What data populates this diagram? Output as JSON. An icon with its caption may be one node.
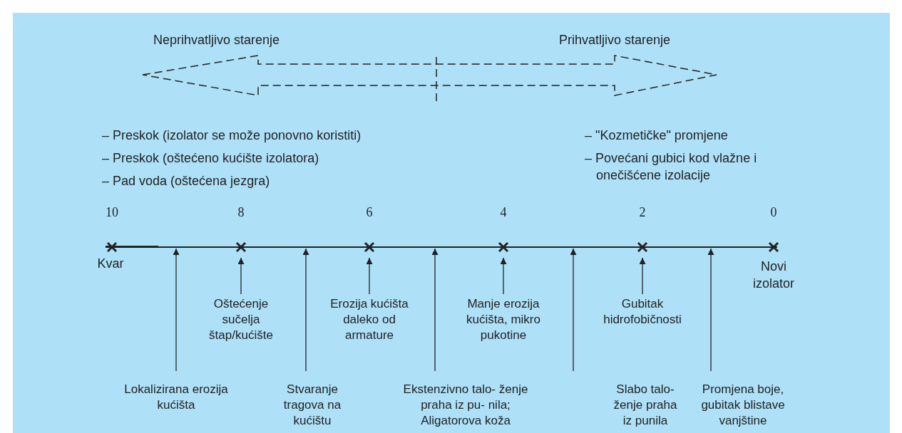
{
  "diagram": {
    "nodes": [
      {
        "text": [
          "Oštećenje sučelja štap/kućište"
        ]
      },
      {
        "text": [
          "Erozija kućišta daleko od armature"
        ]
      },
      {
        "text": [
          "Manje erozija kućišta, mikro pukotine"
        ]
      },
      {
        "text": [
          "Gubitak hidrofobičnosti"
        ]
      },
      {
        "text": [
          "Lokalizirana erozija kućišta"
        ]
      },
      {
        "text": [
          "Stvaranje tragova na kućištu"
        ]
      },
      {
        "text": [
          "Ekstenzivno talo- ženje praha iz pu- nila; Aligatorova koža"
        ]
      },
      {
        "text": [
          "Slabo talo- ženje praha iz punila"
        ]
      },
      {
        "text": [
          "Promjena boje, gubitak blistave vanjštine"
        ]
      }
    ],
    "edges": [
      {
        "from": 0,
        "to": null,
        "arrow": "to"
      },
      {
        "from": 1,
        "to": null,
        "arrow": "to"
      },
      {
        "from": 2,
        "to": null,
        "arrow": "to"
      },
      {
        "from": 3,
        "to": null,
        "arrow": "to"
      },
      {
        "from": 4,
        "to": null,
        "arrow": "to"
      },
      {
        "from": 5,
        "to": null,
        "arrow": "to"
      },
      {
        "from": 6,
        "to": null,
        "arrow": "to"
      },
      {
        "from": 7,
        "to": null,
        "arrow": "to"
      },
      {
        "from": 8,
        "to": null,
        "arrow": "to"
      }
    ],
    "labels": [
      "Neprihvatljivo starenje",
      "Prihvatljivo starenje",
      "– Preskok (izolator se može ponovno koristiti)",
      "– Preskok (oštećeno kućište izolatora)",
      "– Pad voda (oštećena jezgra)",
      "– \"Kozmetičke\" promjene",
      "– Povećani gubici kod vlažne i onečišćene izolacije",
      "10",
      "8",
      "6",
      "4",
      "2",
      "0",
      "Kvar",
      "Novi izolator"
    ]
  }
}
